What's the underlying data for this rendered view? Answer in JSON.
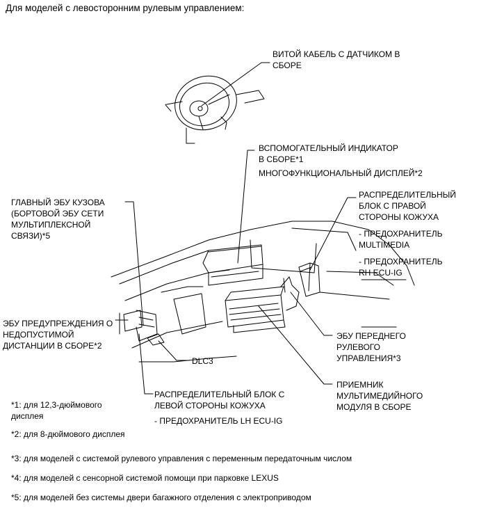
{
  "title": "Для моделей с левосторонним рулевым управлением:",
  "labels": {
    "spiral_cable": [
      "ВИТОЙ КАБЕЛЬ С ДАТЧИКОМ В",
      "СБОРЕ"
    ],
    "aux_indicator": [
      "ВСПОМОГАТЕЛЬНЫЙ ИНДИКАТОР",
      "В СБОРЕ*1",
      "МНОГОФУНКЦИОНАЛЬНЫЙ ДИСПЛЕЙ*2"
    ],
    "right_junction": [
      "РАСПРЕДЕЛИТЕЛЬНЫЙ",
      "БЛОК С ПРАВОЙ",
      "СТОРОНЫ КОЖУХА",
      "- ПРЕДОХРАНИТЕЛЬ",
      "MULTIMEDIA",
      "- ПРЕДОХРАНИТЕЛЬ",
      "RH ECU-IG"
    ],
    "main_body_ecu": [
      "ГЛАВНЫЙ ЭБУ КУЗОВА",
      "(БОРТОВОЙ ЭБУ СЕТИ",
      "МУЛЬТИПЛЕКСНОЙ",
      "СВЯЗИ)*5"
    ],
    "clearance_warning_ecu": [
      "ЭБУ ПРЕДУПРЕЖДЕНИЯ О",
      "НЕДОПУСТИМОЙ",
      "ДИСТАНЦИИ В СБОРЕ*2"
    ],
    "dlc3": "DLC3",
    "front_steering_ecu": [
      "ЭБУ ПЕРЕДНЕГО",
      "РУЛЕВОГО",
      "УПРАВЛЕНИЯ*3"
    ],
    "multimedia_receiver": [
      "ПРИЕМНИК",
      "МУЛЬТИМЕДИЙНОГО",
      "МОДУЛЯ В СБОРЕ"
    ],
    "left_junction": [
      "РАСПРЕДЕЛИТЕЛЬНЫЙ БЛОК С",
      "ЛЕВОЙ СТОРОНЫ КОЖУХА",
      "- ПРЕДОХРАНИТЕЛЬ LH ECU-IG"
    ]
  },
  "footnotes": [
    [
      "*1: для 12,3-дюймового",
      "дисплея"
    ],
    [
      "*2: для 8-дюймового дисплея"
    ],
    [
      "*3: для моделей с системой рулевого управления с переменным передаточным числом"
    ],
    [
      "*4: для моделей с сенсорной системой помощи при парковке LEXUS"
    ],
    [
      "*5: для моделей без системы двери багажного отделения с электроприводом"
    ]
  ]
}
